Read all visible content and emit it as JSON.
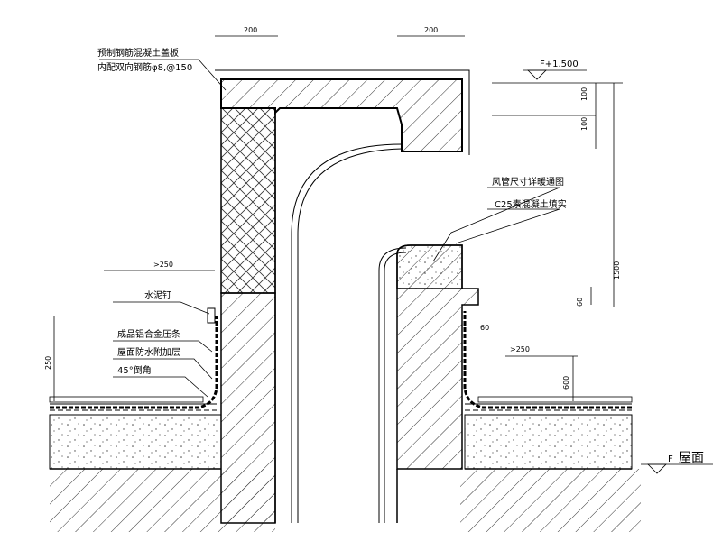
{
  "annotations": {
    "precast_slab_line1": "预制钢筋混凝土盖板",
    "precast_slab_line2": "内配双向钢筋φ8,@150",
    "duct_size_note": "风管尺寸详暖通图",
    "c25_fill": "C25素混凝土填实",
    "cement_nail": "水泥钉",
    "aluminum_strip": "成品铝合金压条",
    "waterproof_extra_layer": "屋面防水附加层",
    "chamfer_45": "45°倒角",
    "roof_label": "屋面",
    "roof_level_symbol": "F",
    "top_level": "F+1.500"
  },
  "dimensions": {
    "cap_overhang_left": "200",
    "cap_overhang_right": "200",
    "dim_100_a": "100",
    "dim_100_b": "100",
    "dim_1500": "1500",
    "dim_60_vertical": "60",
    "dim_60_horizontal": "60",
    "dim_gt250_left": ">250",
    "dim_gt250_right": ">250",
    "dim_250_vertical": "250",
    "dim_600": "600"
  }
}
